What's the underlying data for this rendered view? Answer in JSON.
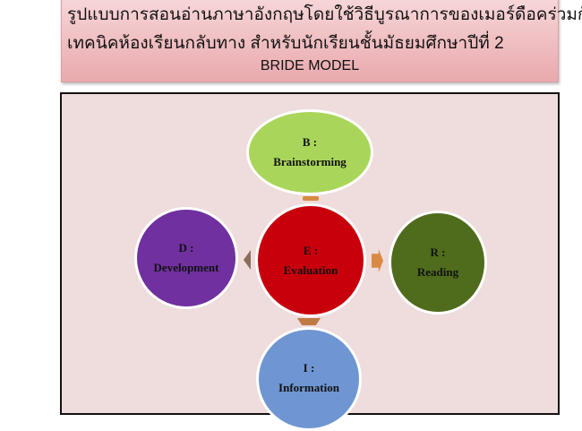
{
  "header": {
    "line1": "รูปแบบการสอนอ่านภาษาอังกฤษโดยใช้วิธีบูรณาการของเมอร์ดือคร่วมกับ",
    "line2": "เทคนิคห้องเรียนกลับทาง สำหรับนักเรียนชั้นมัธยมศึกษาปีที่ 2",
    "line3": "BRIDE MODEL"
  },
  "nodes": {
    "b": {
      "letter": "B :",
      "label": "Brainstorming",
      "color": "#a9d65a"
    },
    "e": {
      "letter": "E :",
      "label": "Evaluation",
      "color": "#c8000c"
    },
    "d": {
      "letter": "D :",
      "label": "Development",
      "color": "#7030a0"
    },
    "r": {
      "letter": "R :",
      "label": "Reading",
      "color": "#4f6b1c"
    },
    "i": {
      "letter": "I :",
      "label": "Information",
      "color": "#6f96d2"
    }
  }
}
